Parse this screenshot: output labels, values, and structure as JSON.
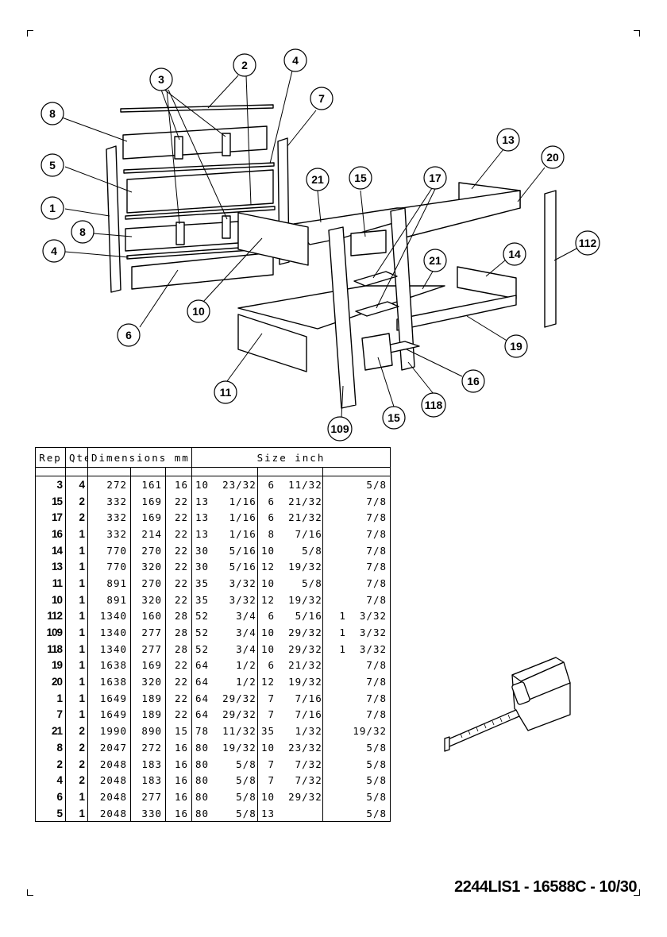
{
  "callouts": [
    "3",
    "2",
    "4",
    "7",
    "8",
    "5",
    "1",
    "8",
    "4",
    "6",
    "10",
    "21",
    "15",
    "17",
    "13",
    "20",
    "112",
    "21",
    "14",
    "11",
    "109",
    "15",
    "118",
    "16",
    "19"
  ],
  "table": {
    "headers": {
      "rep": "Rep",
      "qte": "Qte",
      "dimensions": "Dimensions mm",
      "size": "Size inch"
    },
    "rows": [
      {
        "rep": "3",
        "qte": "4",
        "d1": "272",
        "d2": "161",
        "d3": "16",
        "i1": "10  23/32",
        "i2": " 6  11/32",
        "i3": "   5/8"
      },
      {
        "rep": "15",
        "qte": "2",
        "d1": "332",
        "d2": "169",
        "d3": "22",
        "i1": "13   1/16",
        "i2": " 6  21/32",
        "i3": "   7/8"
      },
      {
        "rep": "17",
        "qte": "2",
        "d1": "332",
        "d2": "169",
        "d3": "22",
        "i1": "13   1/16",
        "i2": " 6  21/32",
        "i3": "   7/8"
      },
      {
        "rep": "16",
        "qte": "1",
        "d1": "332",
        "d2": "214",
        "d3": "22",
        "i1": "13   1/16",
        "i2": " 8   7/16",
        "i3": "   7/8"
      },
      {
        "rep": "14",
        "qte": "1",
        "d1": "770",
        "d2": "270",
        "d3": "22",
        "i1": "30   5/16",
        "i2": "10    5/8",
        "i3": "   7/8"
      },
      {
        "rep": "13",
        "qte": "1",
        "d1": "770",
        "d2": "320",
        "d3": "22",
        "i1": "30   5/16",
        "i2": "12  19/32",
        "i3": "   7/8"
      },
      {
        "rep": "11",
        "qte": "1",
        "d1": "891",
        "d2": "270",
        "d3": "22",
        "i1": "35   3/32",
        "i2": "10    5/8",
        "i3": "   7/8"
      },
      {
        "rep": "10",
        "qte": "1",
        "d1": "891",
        "d2": "320",
        "d3": "22",
        "i1": "35   3/32",
        "i2": "12  19/32",
        "i3": "   7/8"
      },
      {
        "rep": "112",
        "qte": "1",
        "d1": "1340",
        "d2": "160",
        "d3": "28",
        "i1": "52    3/4",
        "i2": " 6   5/16",
        "i3": "1  3/32"
      },
      {
        "rep": "109",
        "qte": "1",
        "d1": "1340",
        "d2": "277",
        "d3": "28",
        "i1": "52    3/4",
        "i2": "10  29/32",
        "i3": "1  3/32"
      },
      {
        "rep": "118",
        "qte": "1",
        "d1": "1340",
        "d2": "277",
        "d3": "28",
        "i1": "52    3/4",
        "i2": "10  29/32",
        "i3": "1  3/32"
      },
      {
        "rep": "19",
        "qte": "1",
        "d1": "1638",
        "d2": "169",
        "d3": "22",
        "i1": "64    1/2",
        "i2": " 6  21/32",
        "i3": "   7/8"
      },
      {
        "rep": "20",
        "qte": "1",
        "d1": "1638",
        "d2": "320",
        "d3": "22",
        "i1": "64    1/2",
        "i2": "12  19/32",
        "i3": "   7/8"
      },
      {
        "rep": "1",
        "qte": "1",
        "d1": "1649",
        "d2": "189",
        "d3": "22",
        "i1": "64  29/32",
        "i2": " 7   7/16",
        "i3": "   7/8"
      },
      {
        "rep": "7",
        "qte": "1",
        "d1": "1649",
        "d2": "189",
        "d3": "22",
        "i1": "64  29/32",
        "i2": " 7   7/16",
        "i3": "   7/8"
      },
      {
        "rep": "21",
        "qte": "2",
        "d1": "1990",
        "d2": "890",
        "d3": "15",
        "i1": "78  11/32",
        "i2": "35   1/32",
        "i3": "  19/32"
      },
      {
        "rep": "8",
        "qte": "2",
        "d1": "2047",
        "d2": "272",
        "d3": "16",
        "i1": "80  19/32",
        "i2": "10  23/32",
        "i3": "   5/8"
      },
      {
        "rep": "2",
        "qte": "2",
        "d1": "2048",
        "d2": "183",
        "d3": "16",
        "i1": "80    5/8",
        "i2": " 7   7/32",
        "i3": "   5/8"
      },
      {
        "rep": "4",
        "qte": "2",
        "d1": "2048",
        "d2": "183",
        "d3": "16",
        "i1": "80    5/8",
        "i2": " 7   7/32",
        "i3": "   5/8"
      },
      {
        "rep": "6",
        "qte": "1",
        "d1": "2048",
        "d2": "277",
        "d3": "16",
        "i1": "80    5/8",
        "i2": "10  29/32",
        "i3": "   5/8"
      },
      {
        "rep": "5",
        "qte": "1",
        "d1": "2048",
        "d2": "330",
        "d3": "16",
        "i1": "80    5/8",
        "i2": "13",
        "i3": "   5/8"
      }
    ]
  },
  "footer": {
    "reference": "2244LIS1  -  16588C  -  10/30"
  }
}
